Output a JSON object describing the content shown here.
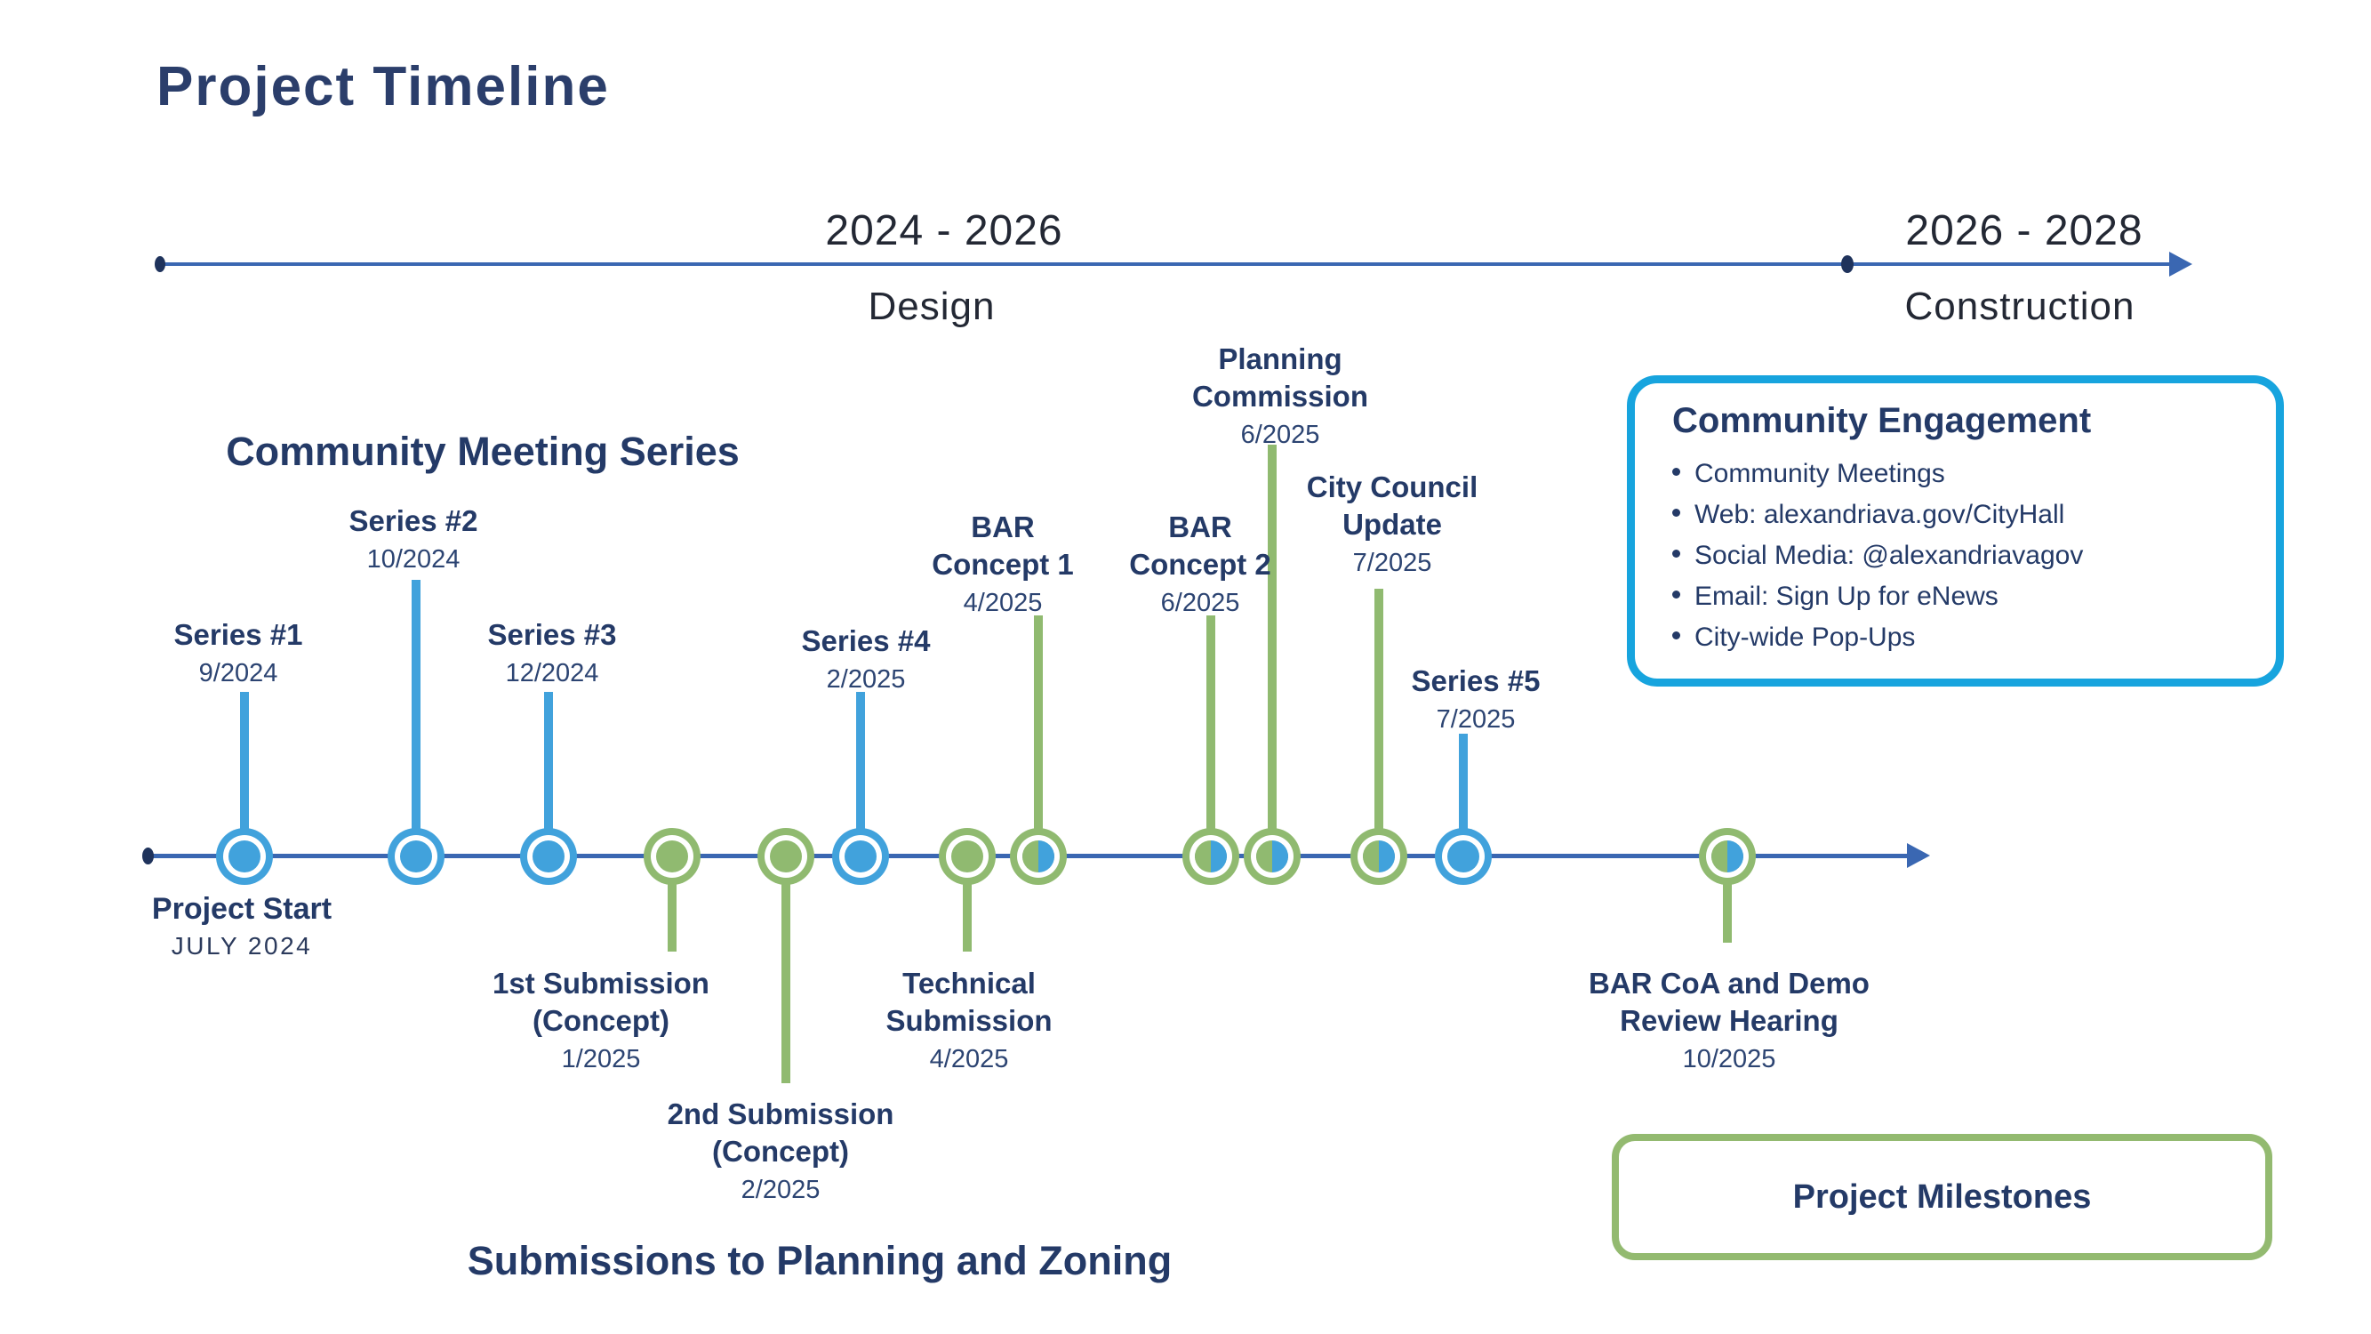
{
  "slide": {
    "title": "Project Timeline"
  },
  "top_axis": {
    "design": {
      "range": "2024 - 2026",
      "phase": "Design"
    },
    "construction": {
      "range": "2026 - 2028",
      "phase": "Construction"
    }
  },
  "headings": {
    "meetings": "Community Meeting Series",
    "submissions": "Submissions to Planning and Zoning"
  },
  "start": {
    "label": "Project Start",
    "date": "JULY 2024"
  },
  "milestones": [
    {
      "id": "series1",
      "lines": [
        "Series #1"
      ],
      "date": "9/2024",
      "category": "meeting"
    },
    {
      "id": "series2",
      "lines": [
        "Series #2"
      ],
      "date": "10/2024",
      "category": "meeting"
    },
    {
      "id": "series3",
      "lines": [
        "Series #3"
      ],
      "date": "12/2024",
      "category": "meeting"
    },
    {
      "id": "sub1",
      "lines": [
        "1st Submission",
        "(Concept)"
      ],
      "date": "1/2025",
      "category": "submission"
    },
    {
      "id": "sub2",
      "lines": [
        "2nd Submission",
        "(Concept)"
      ],
      "date": "2/2025",
      "category": "submission"
    },
    {
      "id": "series4",
      "lines": [
        "Series #4"
      ],
      "date": "2/2025",
      "category": "meeting"
    },
    {
      "id": "tech",
      "lines": [
        "Technical",
        "Submission"
      ],
      "date": "4/2025",
      "category": "submission"
    },
    {
      "id": "bar1",
      "lines": [
        "BAR",
        "Concept 1"
      ],
      "date": "4/2025",
      "category": "both"
    },
    {
      "id": "bar2",
      "lines": [
        "BAR",
        "Concept 2"
      ],
      "date": "6/2025",
      "category": "both"
    },
    {
      "id": "pc",
      "lines": [
        "Planning",
        "Commission"
      ],
      "date": "6/2025",
      "category": "both"
    },
    {
      "id": "cc",
      "lines": [
        "City Council",
        "Update"
      ],
      "date": "7/2025",
      "category": "both"
    },
    {
      "id": "series5",
      "lines": [
        "Series #5"
      ],
      "date": "7/2025",
      "category": "meeting"
    },
    {
      "id": "coa",
      "lines": [
        "BAR CoA and Demo",
        "Review Hearing"
      ],
      "date": "10/2025",
      "category": "both"
    }
  ],
  "engagement_box": {
    "title": "Community Engagement",
    "items": [
      "Community Meetings",
      "Web: alexandriava.gov/CityHall",
      "Social Media: @alexandriavagov",
      "Email: Sign Up for eNews",
      "City-wide Pop-Ups"
    ]
  },
  "milestones_box": {
    "label": "Project Milestones"
  },
  "colors": {
    "navy": "#243A67",
    "meeting_blue": "#41A2DC",
    "submission_green": "#90BA70",
    "axis_blue": "#3A67B2",
    "engagement_border": "#17A4DE",
    "milestones_border": "#93BA70"
  }
}
